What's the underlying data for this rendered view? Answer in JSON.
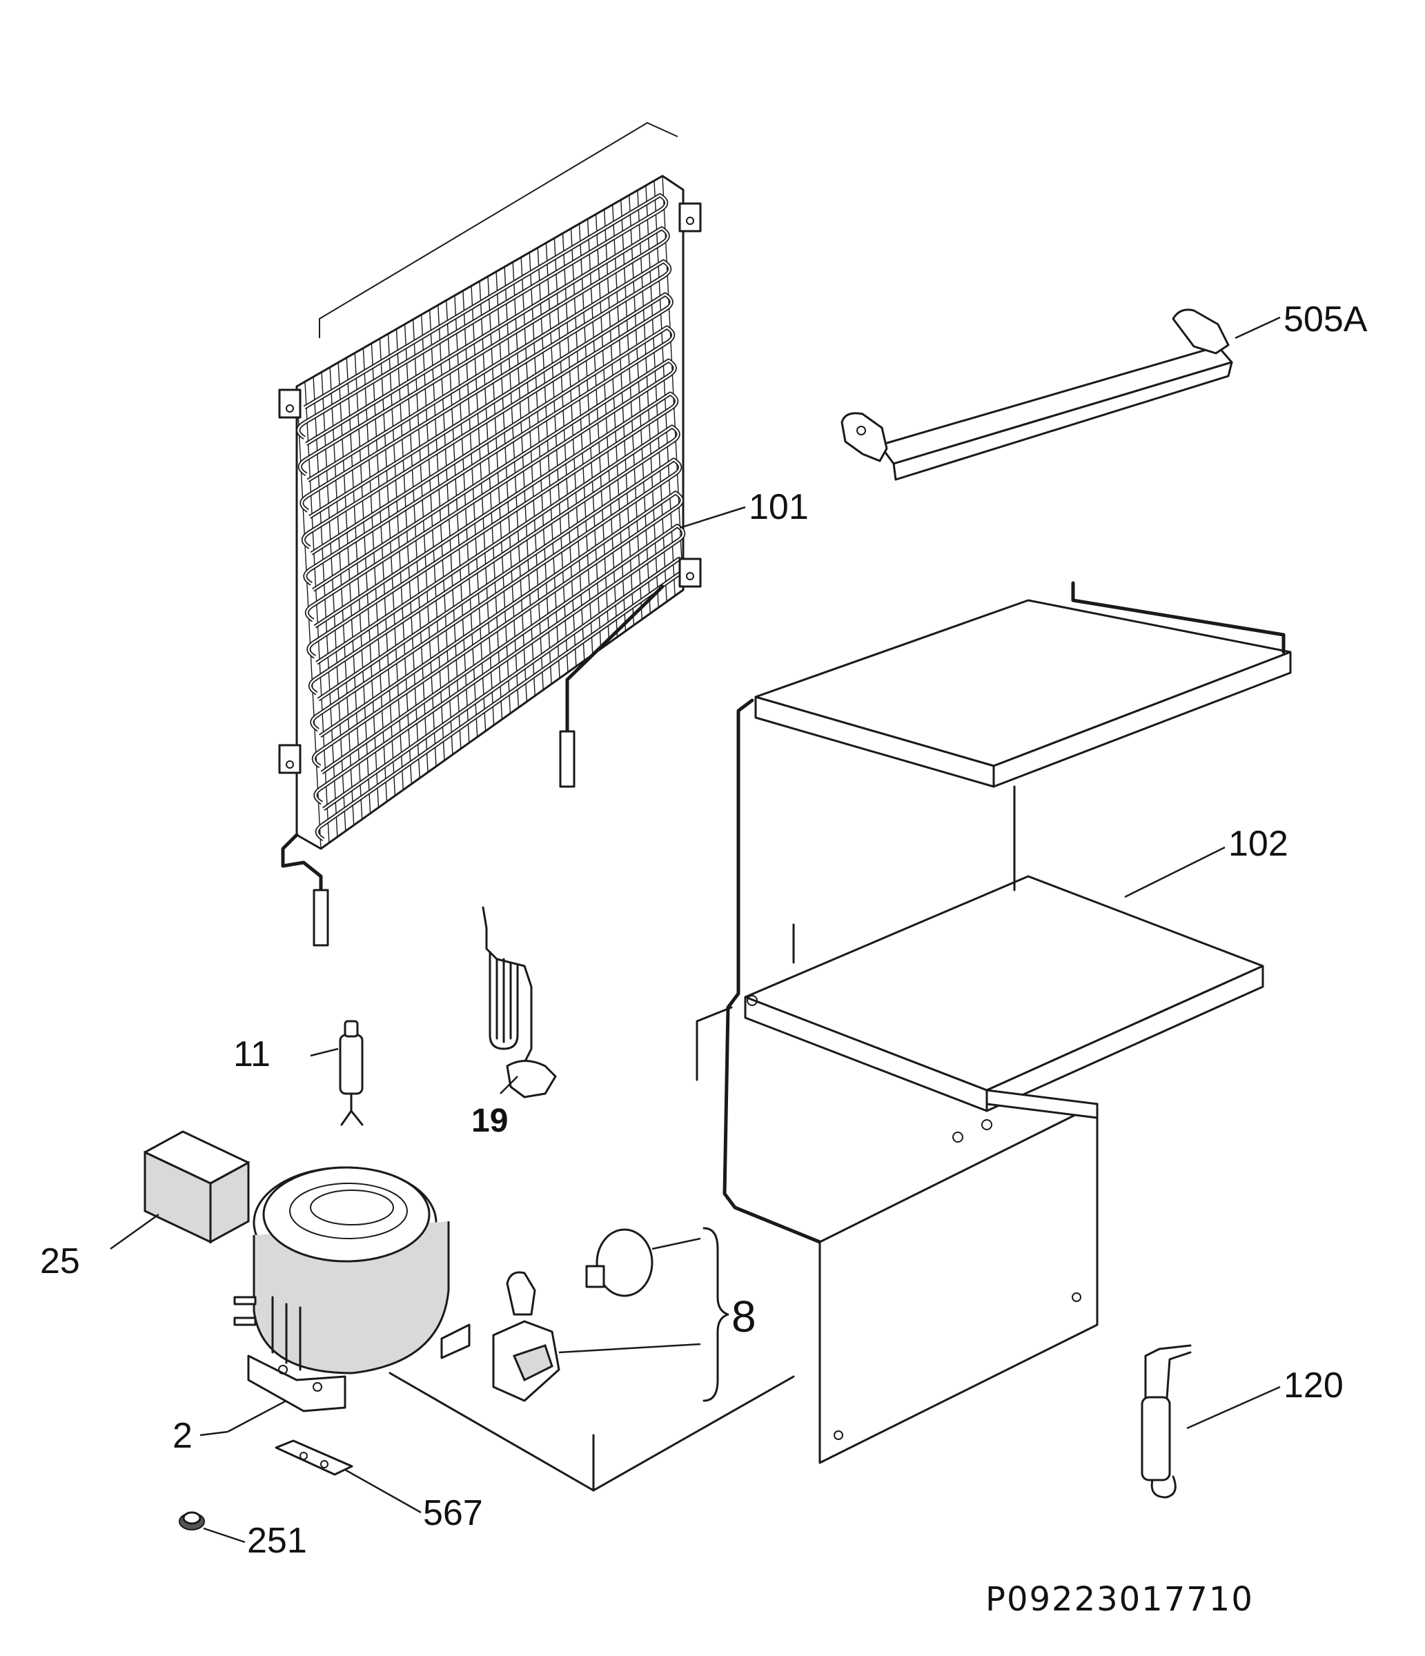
{
  "diagram": {
    "drawing_number": "P09223017710",
    "parts": [
      {
        "id": "condenser",
        "label": "101"
      },
      {
        "id": "door-handle",
        "label": "505A"
      },
      {
        "id": "compressor-compartment-cover",
        "label": "102"
      },
      {
        "id": "overload-protector",
        "label": "11"
      },
      {
        "id": "power-cord",
        "label": "19"
      },
      {
        "id": "capacitor-box",
        "label": "25"
      },
      {
        "id": "compressor",
        "label": "2"
      },
      {
        "id": "relay-kit",
        "label": "8"
      },
      {
        "id": "thermostat-capillary",
        "label": "120"
      },
      {
        "id": "mounting-plate",
        "label": "567"
      },
      {
        "id": "rubber-grommet",
        "label": "251"
      }
    ]
  }
}
